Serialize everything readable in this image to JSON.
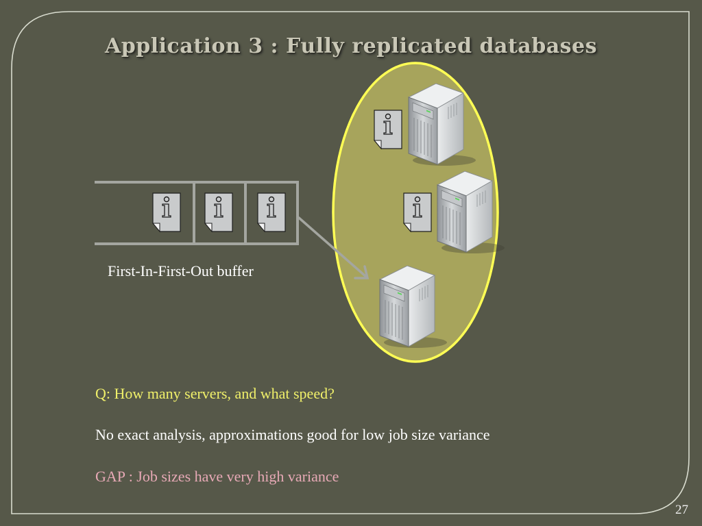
{
  "slide": {
    "title": "Application 3 : Fully replicated databases",
    "buffer_label": "First-In-First-Out buffer",
    "question": "Q: How many servers, and what speed?",
    "analysis": "No exact analysis, approximations good for low job size variance",
    "gap": "GAP : Job sizes have very high variance",
    "page_number": "27"
  },
  "icons": {
    "job": "info-document-icon",
    "server": "server-tower-icon"
  },
  "colors": {
    "background": "#565849",
    "frame": "#d9dccf",
    "title": "#c9c7b6",
    "ellipse_fill": "#a7a45c",
    "ellipse_stroke": "#ffff55",
    "question": "#f0f06a",
    "gap": "#e7a9b6"
  }
}
